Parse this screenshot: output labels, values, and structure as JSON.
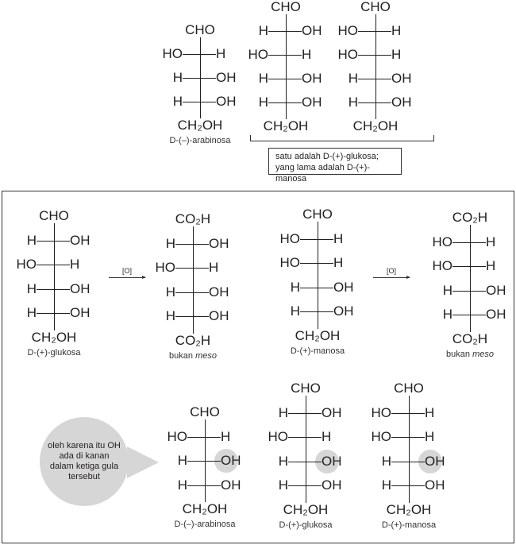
{
  "top_section": {
    "molecules": [
      {
        "id": "top-arabinose",
        "top": "CHO",
        "rows": [
          [
            "HO",
            "H"
          ],
          [
            "H",
            "OH"
          ],
          [
            "H",
            "OH"
          ]
        ],
        "bottom": "CH₂OH",
        "caption": "D-(–)-arabinosa"
      },
      {
        "id": "top-hexose-a",
        "top": "CHO",
        "rows": [
          [
            "H",
            "OH"
          ],
          [
            "HO",
            "H"
          ],
          [
            "H",
            "OH"
          ],
          [
            "H",
            "OH"
          ]
        ],
        "bottom": "CH₂OH"
      },
      {
        "id": "top-hexose-b",
        "top": "CHO",
        "rows": [
          [
            "HO",
            "H"
          ],
          [
            "HO",
            "H"
          ],
          [
            "H",
            "OH"
          ],
          [
            "H",
            "OH"
          ]
        ],
        "bottom": "CH₂OH"
      }
    ],
    "note_line1": "satu adalah D-(+)-glukosa;",
    "note_line2": "yang lama adalah D-(+)-manosa"
  },
  "oxidation_section": {
    "molecules": [
      {
        "id": "glucose",
        "top": "CHO",
        "rows": [
          [
            "H",
            "OH"
          ],
          [
            "HO",
            "H"
          ],
          [
            "H",
            "OH"
          ],
          [
            "H",
            "OH"
          ]
        ],
        "bottom": "CH₂OH",
        "caption": "D-(+)-glukosa"
      },
      {
        "id": "glucaric-acid",
        "top": "CO₂H",
        "rows": [
          [
            "H",
            "OH"
          ],
          [
            "HO",
            "H"
          ],
          [
            "H",
            "OH"
          ],
          [
            "H",
            "OH"
          ]
        ],
        "bottom": "CO₂H",
        "caption": "bukan ",
        "caption_italic": "meso"
      },
      {
        "id": "mannose",
        "top": "CHO",
        "rows": [
          [
            "HO",
            "H"
          ],
          [
            "HO",
            "H"
          ],
          [
            "H",
            "OH"
          ],
          [
            "H",
            "OH"
          ]
        ],
        "bottom": "CH₂OH",
        "caption": "D-(+)-manosa"
      },
      {
        "id": "mannaric-acid",
        "top": "CO₂H",
        "rows": [
          [
            "HO",
            "H"
          ],
          [
            "HO",
            "H"
          ],
          [
            "H",
            "OH"
          ],
          [
            "H",
            "OH"
          ]
        ],
        "bottom": "CO₂H",
        "caption": "bukan ",
        "caption_italic": "meso"
      }
    ],
    "reagent_1": "[O]",
    "reagent_2": "[O]"
  },
  "comparison_section": {
    "bubble_text": "oleh karena itu OH ada di kanan dalam ketiga gula tersebut",
    "molecules": [
      {
        "id": "cmp-arabinose",
        "top": "CHO",
        "rows": [
          [
            "HO",
            "H"
          ],
          [
            "H",
            "OH"
          ],
          [
            "H",
            "OH"
          ]
        ],
        "bottom": "CH₂OH",
        "caption": "D-(–)-arabinosa",
        "highlight_row": 1
      },
      {
        "id": "cmp-glucose",
        "top": "CHO",
        "rows": [
          [
            "H",
            "OH"
          ],
          [
            "HO",
            "H"
          ],
          [
            "H",
            "OH"
          ],
          [
            "H",
            "OH"
          ]
        ],
        "bottom": "CH₂OH",
        "caption": "D-(+)-glukosa",
        "highlight_row": 2
      },
      {
        "id": "cmp-mannose",
        "top": "CHO",
        "rows": [
          [
            "HO",
            "H"
          ],
          [
            "HO",
            "H"
          ],
          [
            "H",
            "OH"
          ],
          [
            "H",
            "OH"
          ]
        ],
        "bottom": "CH₂OH",
        "caption": "D-(+)-manosa",
        "highlight_row": 2
      }
    ]
  },
  "colors": {
    "ink": "#231f20",
    "highlight": "#d6d6d6"
  }
}
